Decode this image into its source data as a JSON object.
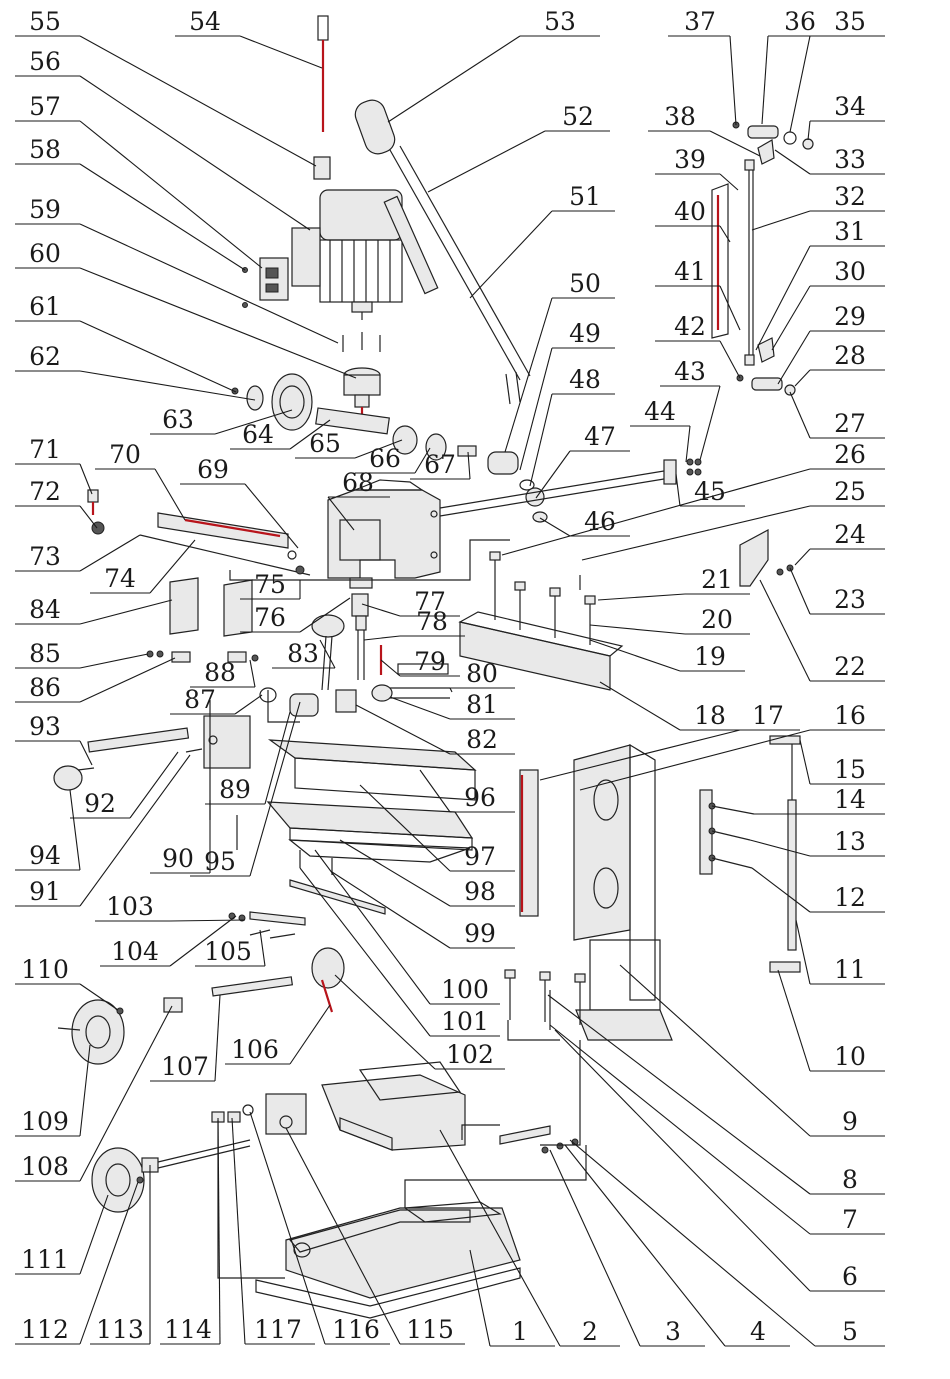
{
  "callouts": [
    "1",
    "2",
    "3",
    "4",
    "5",
    "6",
    "7",
    "8",
    "9",
    "10",
    "11",
    "12",
    "13",
    "14",
    "15",
    "16",
    "17",
    "18",
    "19",
    "20",
    "21",
    "22",
    "23",
    "24",
    "25",
    "26",
    "27",
    "28",
    "29",
    "30",
    "31",
    "32",
    "33",
    "34",
    "35",
    "36",
    "37",
    "38",
    "39",
    "40",
    "41",
    "42",
    "43",
    "44",
    "45",
    "46",
    "47",
    "48",
    "49",
    "50",
    "51",
    "52",
    "53",
    "54",
    "55",
    "56",
    "57",
    "58",
    "59",
    "60",
    "61",
    "62",
    "63",
    "64",
    "65",
    "66",
    "67",
    "68",
    "69",
    "70",
    "71",
    "72",
    "73",
    "74",
    "75",
    "76",
    "77",
    "78",
    "79",
    "80",
    "81",
    "82",
    "83",
    "84",
    "85",
    "86",
    "87",
    "88",
    "89",
    "90",
    "91",
    "92",
    "93",
    "94",
    "95",
    "96",
    "97",
    "98",
    "99",
    "100",
    "101",
    "102",
    "103",
    "104",
    "105",
    "106",
    "107",
    "108",
    "109",
    "110",
    "111",
    "112",
    "113",
    "114",
    "115",
    "116",
    "117"
  ]
}
